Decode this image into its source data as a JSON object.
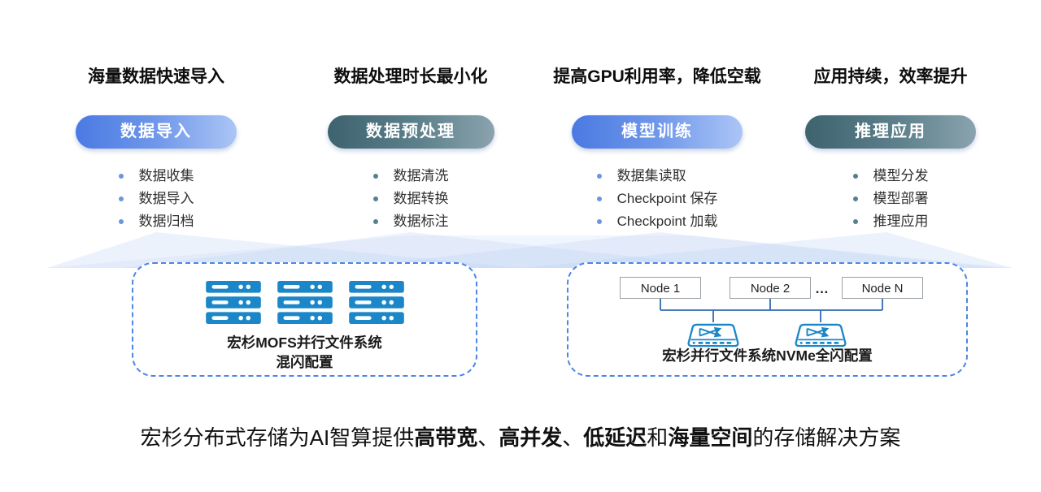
{
  "columns": [
    {
      "header": "海量数据快速导入",
      "pill": "数据导入",
      "accent": "blue",
      "items": [
        "数据收集",
        "数据导入",
        "数据归档"
      ]
    },
    {
      "header": "数据处理时长最小化",
      "pill": "数据预处理",
      "accent": "teal",
      "items": [
        "数据清洗",
        "数据转换",
        "数据标注"
      ]
    },
    {
      "header": "提高GPU利用率，降低空载",
      "pill": "模型训练",
      "accent": "blue",
      "items": [
        "数据集读取",
        "Checkpoint 保存",
        "Checkpoint 加载"
      ]
    },
    {
      "header": "应用持续，效率提升",
      "pill": "推理应用",
      "accent": "teal",
      "items": [
        "模型分发",
        "模型部署",
        "推理应用"
      ]
    }
  ],
  "storage_left": {
    "caption_line1": "宏杉MOFS并行文件系统",
    "caption_line2": "混闪配置",
    "server_count": 3,
    "icon": "server-stack-icon"
  },
  "storage_right": {
    "nodes": [
      "Node 1",
      "Node 2",
      "Node N"
    ],
    "ellipsis": "…",
    "switch_count": 2,
    "icon": "network-switch-icon",
    "caption": "宏杉并行文件系统NVMe全闪配置"
  },
  "caption": {
    "segments": [
      {
        "text": "宏杉分布式存储为AI智算提供",
        "bold": false
      },
      {
        "text": "高带宽",
        "bold": true
      },
      {
        "text": "、",
        "bold": false
      },
      {
        "text": "高并发",
        "bold": true
      },
      {
        "text": "、",
        "bold": false
      },
      {
        "text": "低延迟",
        "bold": true
      },
      {
        "text": "和",
        "bold": false
      },
      {
        "text": "海量空间",
        "bold": true
      },
      {
        "text": "的存储解决方案",
        "bold": false
      }
    ]
  },
  "colors": {
    "pill_blue_start": "#4a7ae2",
    "pill_blue_end": "#abc5f5",
    "pill_teal_start": "#3d636e",
    "pill_teal_end": "#8ba3ae",
    "dashed_border": "#4d86e4",
    "device_icon_blue": "#1b87c8",
    "connector_blue": "#2f6cb5",
    "funnel_beam": "#a9c4f2"
  }
}
